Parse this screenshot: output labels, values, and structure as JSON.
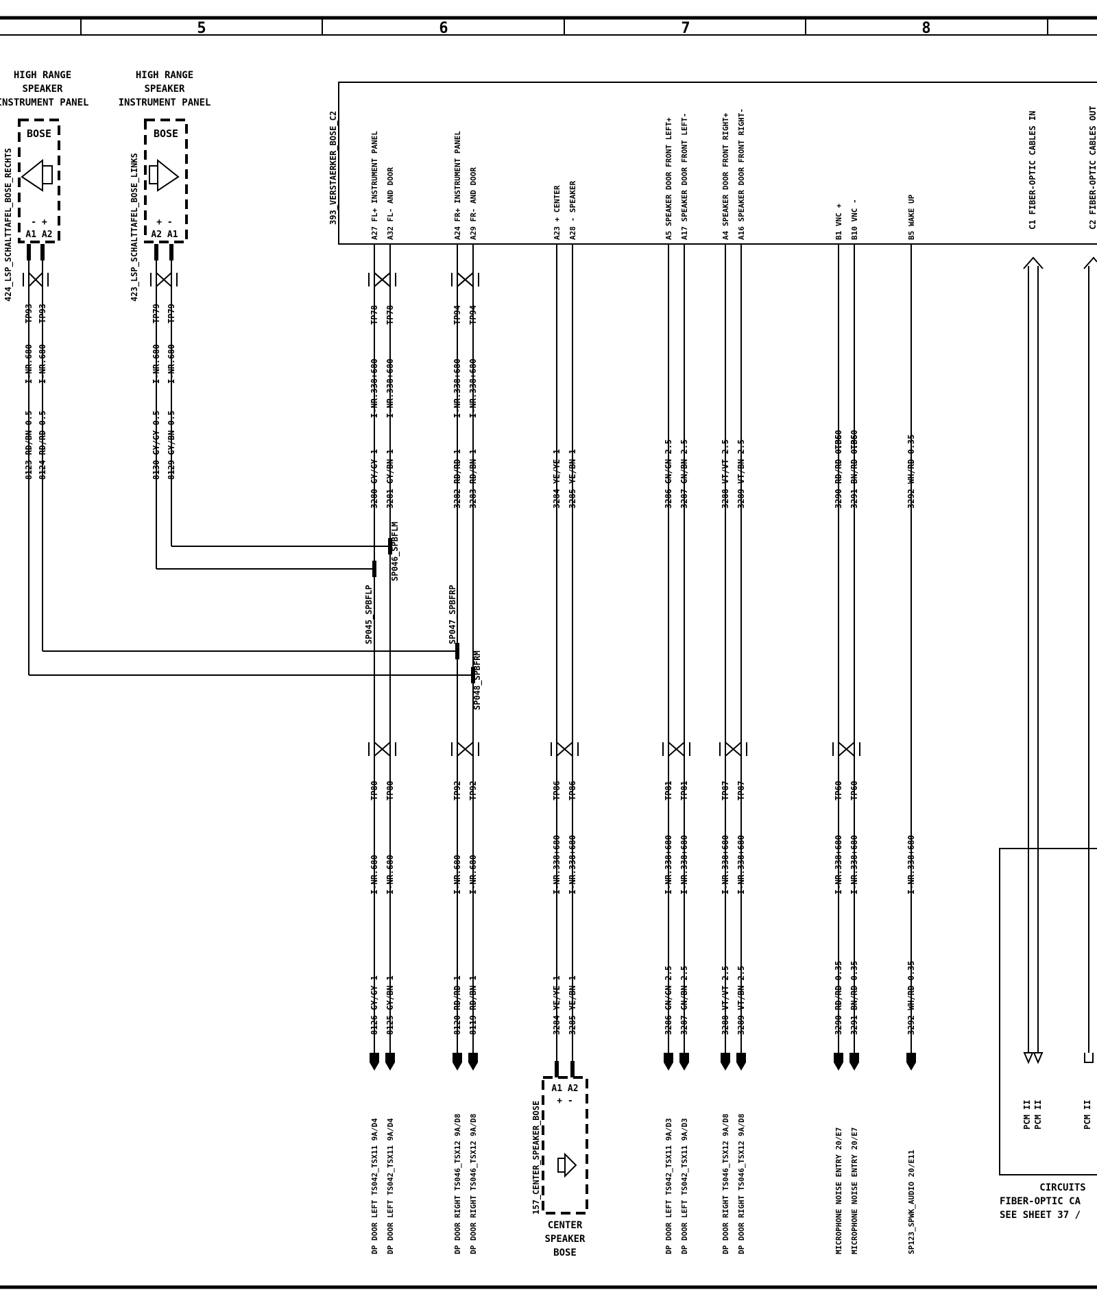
{
  "columns": [
    "5",
    "6",
    "7",
    "8"
  ],
  "speaker_right": {
    "title": [
      "HIGH RANGE",
      "SPEAKER",
      "INSTRUMENT PANEL"
    ],
    "id": "424_LSP_SCHALTTAFEL_BOSE_RECHTS",
    "brand": "BOSE",
    "pins": "A1 A2",
    "polarity": "-  +"
  },
  "speaker_left": {
    "title": [
      "HIGH RANGE",
      "SPEAKER",
      "INSTRUMENT PANEL"
    ],
    "id": "423_LSP_SCHALTTAFEL_BOSE_LINKS",
    "brand": "BOSE",
    "pins": "A2 A1",
    "polarity": "+  -"
  },
  "amp": {
    "id": "393_VERSTAERKER_BOSE_C2",
    "pins": [
      "A27 FL+ INSTRUMENT PANEL",
      "A32 FL-  AND DOOR",
      "A24 FR+ INSTRUMENT PANEL",
      "A29 FR-  AND DOOR",
      "A23 +  CENTER",
      "A28 -  SPEAKER",
      "A5  SPEAKER DOOR FRONT LEFT+",
      "A17 SPEAKER DOOR FRONT LEFT-",
      "A4  SPEAKER DOOR FRONT RIGHT+",
      "A16 SPEAKER DOOR FRONT RIGHT-",
      "B1  VNC +",
      "B10 VNC -",
      "B5  WAKE UP",
      "C1  FIBER-OPTIC CABLES IN",
      "C2  FIBER-OPTIC CABLES OUT"
    ]
  },
  "spk_wires": [
    "TP93",
    "TP93",
    "I-NR.680",
    "I-NR.680",
    "8123 RD/BN 0.5",
    "8124 RD/RD 0.5",
    "TP79",
    "TP79",
    "I-NR.680",
    "I-NR.680",
    "8130 GY/GY 0.5",
    "8129 GY/BN 0.5"
  ],
  "wires_upper": [
    [
      "3280 GY/GY 1",
      "I-NR.338+680",
      "TP78"
    ],
    [
      "3281 GY/BN 1",
      "I-NR.338+680",
      "TP78"
    ],
    [
      "3282 RD/RD 1",
      "I-NR.338+680",
      "TP94"
    ],
    [
      "3283 RD/BN 1",
      "I-NR.338+680",
      "TP94"
    ],
    [
      "3284 YE/YE 1",
      "",
      ""
    ],
    [
      "3285 YE/BN 1",
      "",
      ""
    ],
    [
      "3286 GN/GN 2.5",
      "",
      ""
    ],
    [
      "3287 GN/BN 2.5",
      "",
      ""
    ],
    [
      "3288 VT/VT 2.5",
      "",
      ""
    ],
    [
      "3289 VT/BN 2.5",
      "",
      ""
    ],
    [
      "3290 RD/RD 0.35",
      "TP60",
      ""
    ],
    [
      "3291 BN/RD 0.35",
      "TP60",
      ""
    ],
    [
      "3292 WH/RD 0.35",
      "",
      ""
    ]
  ],
  "splices": [
    "SP046_SPBFLM",
    "SP045_SPBFLP",
    "SP047_SPBFRP",
    "SP048_SPBFRM"
  ],
  "wires_lower": [
    [
      "TP80",
      "I-NR.680",
      "8126 GY/GY 1",
      "DP DOOR LEFT TS042_TSX11 9A/D4"
    ],
    [
      "TP80",
      "I-NR.680",
      "8125 GY/BN 1",
      "DP DOOR LEFT TS042_TSX11 9A/D4"
    ],
    [
      "TP92",
      "I-NR.680",
      "8120 RD/RD 1",
      "DP DOOR RIGHT TS046_TSX12 9A/D8"
    ],
    [
      "TP92",
      "I-NR.680",
      "8119 RD/BN 1",
      "DP DOOR RIGHT TS046_TSX12 9A/D8"
    ],
    [
      "TP86",
      "I-NR.338+680",
      "3284 YE/YE 1",
      ""
    ],
    [
      "TP86",
      "I-NR.338+680",
      "3285 YE/BN 1",
      ""
    ],
    [
      "TP81",
      "I-NR.338+680",
      "3286 GN/GN 2.5",
      "DP DOOR LEFT TS042_TSX11 9A/D3"
    ],
    [
      "TP81",
      "I-NR.338+680",
      "3287 GN/BN 2.5",
      "DP DOOR LEFT TS042_TSX11 9A/D3"
    ],
    [
      "TP87",
      "I-NR.338+680",
      "3288 VT/VT 2.5",
      "DP DOOR RIGHT TS046_TSX12 9A/D8"
    ],
    [
      "TP87",
      "I-NR.338+680",
      "3289 VT/BN 2.5",
      "DP DOOR RIGHT TS046_TSX12 9A/D8"
    ],
    [
      "TP60",
      "I-NR.338+680",
      "3290 RD/RD 0.35",
      "MICROPHONE NOISE ENTRY 20/E7"
    ],
    [
      "TP60",
      "I-NR.338+680",
      "3291 BN/RD 0.35",
      "MICROPHONE NOISE ENTRY 20/E7"
    ],
    [
      "",
      "I-NR.338+680",
      "3292 WH/RD 0.35",
      "SP123_SPWK_AUDIO 20/E11"
    ]
  ],
  "center": {
    "id": "157_CENTER_SPEAKER_BOSE",
    "pins": "A1 A2",
    "polarity": "+  -",
    "label": [
      "CENTER",
      "SPEAKER",
      "BOSE"
    ]
  },
  "pcm": [
    "PCM II",
    "PCM II",
    "PCM II"
  ],
  "circuits_note": [
    "CIRCUITS",
    "FIBER-OPTIC CA",
    "SEE SHEET 37 /"
  ]
}
